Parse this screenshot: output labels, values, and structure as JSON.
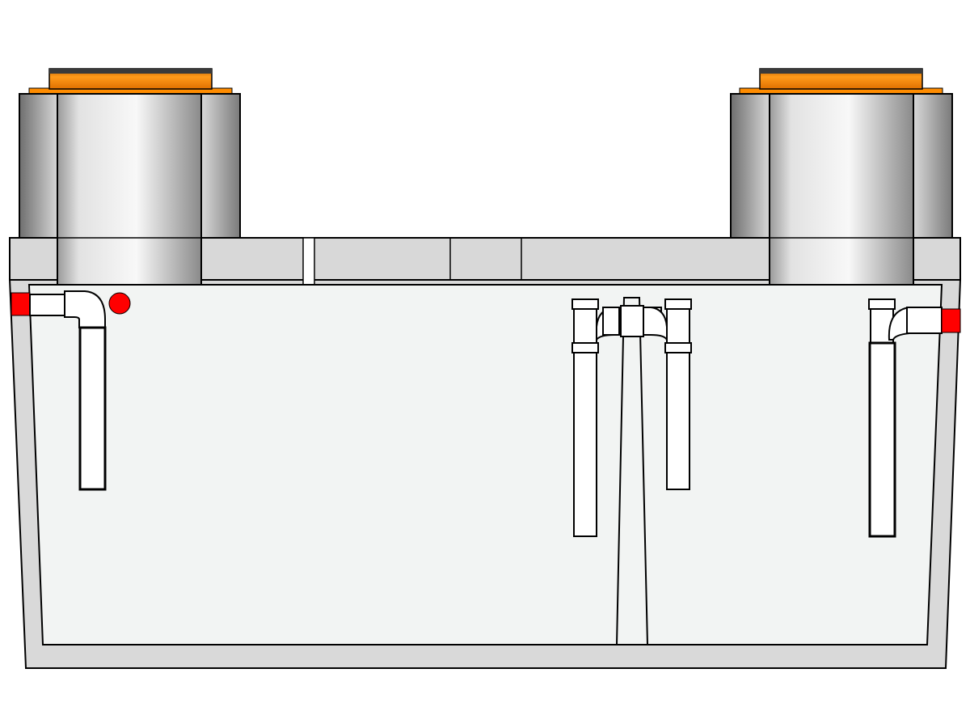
{
  "diagram": {
    "subject": "tank-cross-section",
    "colors": {
      "wall": "#d9d9d9",
      "interior": "#f2f4f3",
      "riser_lid": "#ff8c00",
      "riser_lid_dark": "#3a3a3a",
      "pipe": "#ffffff",
      "seal": "#ff0000",
      "outline": "#000000"
    },
    "components": [
      "left-riser",
      "right-riser",
      "lid-slab",
      "tank-body",
      "center-baffle",
      "inlet-pipe",
      "transfer-pipes",
      "outlet-pipe",
      "inlet-seal",
      "outlet-seal",
      "marker-dot"
    ]
  }
}
